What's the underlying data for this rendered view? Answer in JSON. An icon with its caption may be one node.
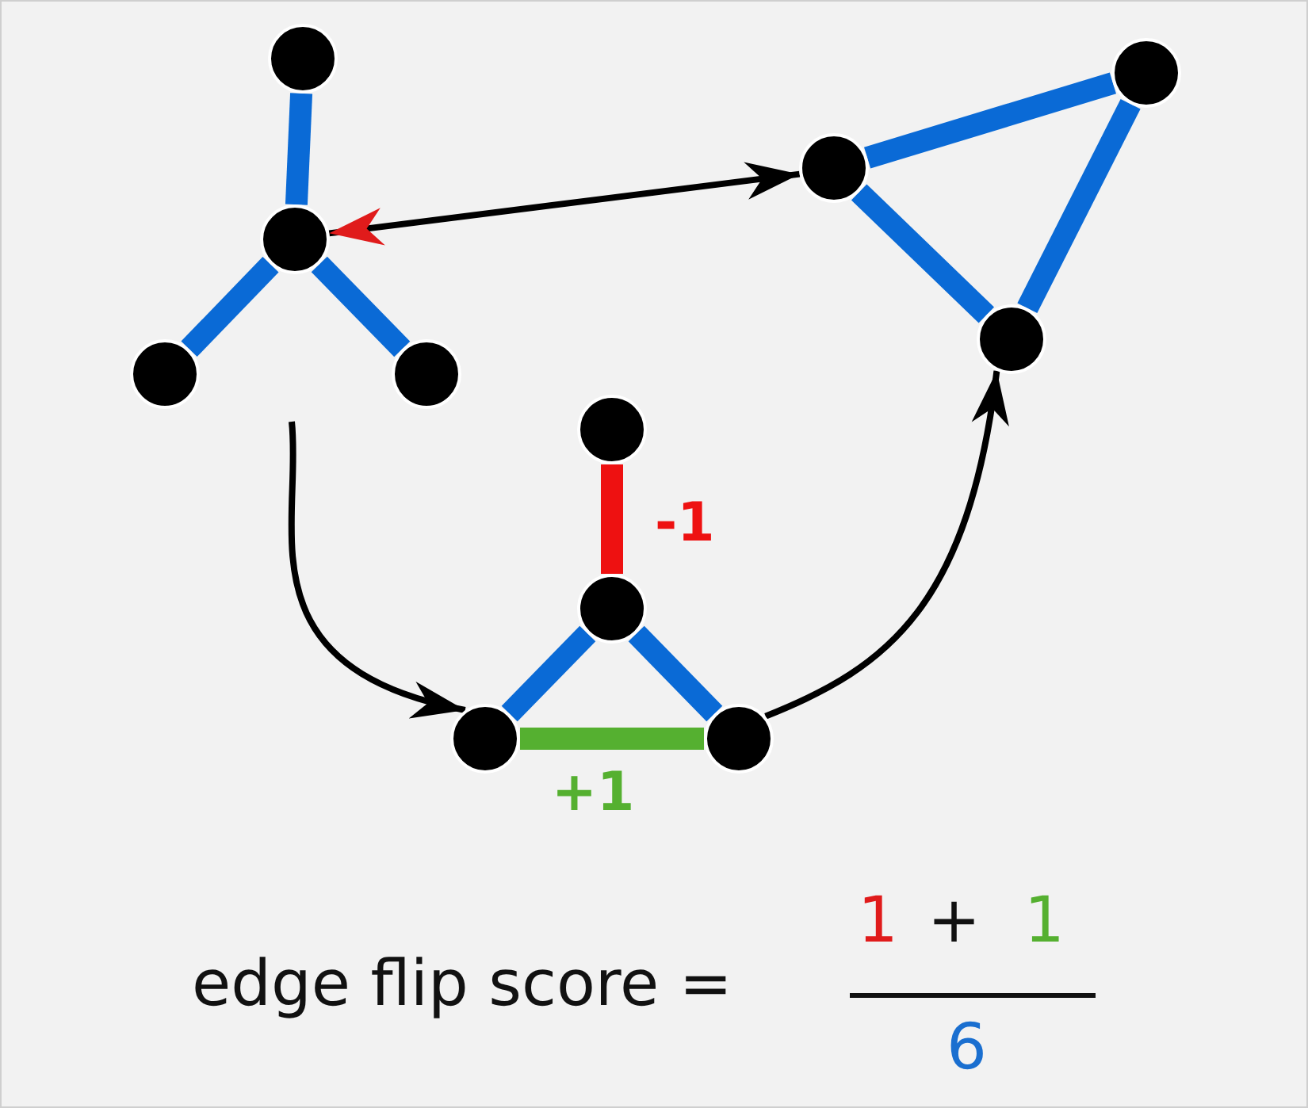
{
  "diagram": {
    "nodes": [
      {
        "text": [],
        "shape": "circle"
      },
      {
        "text": [],
        "shape": "circle"
      },
      {
        "text": [],
        "shape": "circle"
      },
      {
        "text": [],
        "shape": "circle"
      },
      {
        "text": [],
        "shape": "circle"
      },
      {
        "text": [],
        "shape": "circle"
      },
      {
        "text": [],
        "shape": "circle"
      },
      {
        "text": [],
        "shape": "circle"
      },
      {
        "text": [],
        "shape": "circle"
      },
      {
        "text": [],
        "shape": "circle"
      },
      {
        "text": [],
        "shape": "circle"
      }
    ],
    "edges": [
      {
        "from": 0,
        "to": 1,
        "arrow": "none"
      },
      {
        "from": 1,
        "to": 2,
        "arrow": "none"
      },
      {
        "from": 1,
        "to": 3,
        "arrow": "none"
      },
      {
        "from": 4,
        "to": 5,
        "arrow": "none"
      },
      {
        "from": 4,
        "to": 6,
        "arrow": "none"
      },
      {
        "from": 5,
        "to": 6,
        "arrow": "none"
      },
      {
        "from": 7,
        "to": 8,
        "arrow": "none",
        "color": "#ee1111",
        "label": "-1"
      },
      {
        "from": 8,
        "to": 9,
        "arrow": "none"
      },
      {
        "from": 8,
        "to": 10,
        "arrow": "none"
      },
      {
        "from": 9,
        "to": 10,
        "arrow": "none",
        "color": "#55b030",
        "label": "+1"
      },
      {
        "from": 1,
        "to": 4,
        "arrow": "both",
        "color": "#000000"
      },
      {
        "from": null,
        "to": 9,
        "arrow": "to",
        "color": "#000000"
      },
      {
        "from": 10,
        "to": 6,
        "arrow": "to",
        "color": "#000000"
      }
    ],
    "labels": [
      "edge flip score =",
      "1",
      "+",
      "1",
      "6"
    ]
  }
}
